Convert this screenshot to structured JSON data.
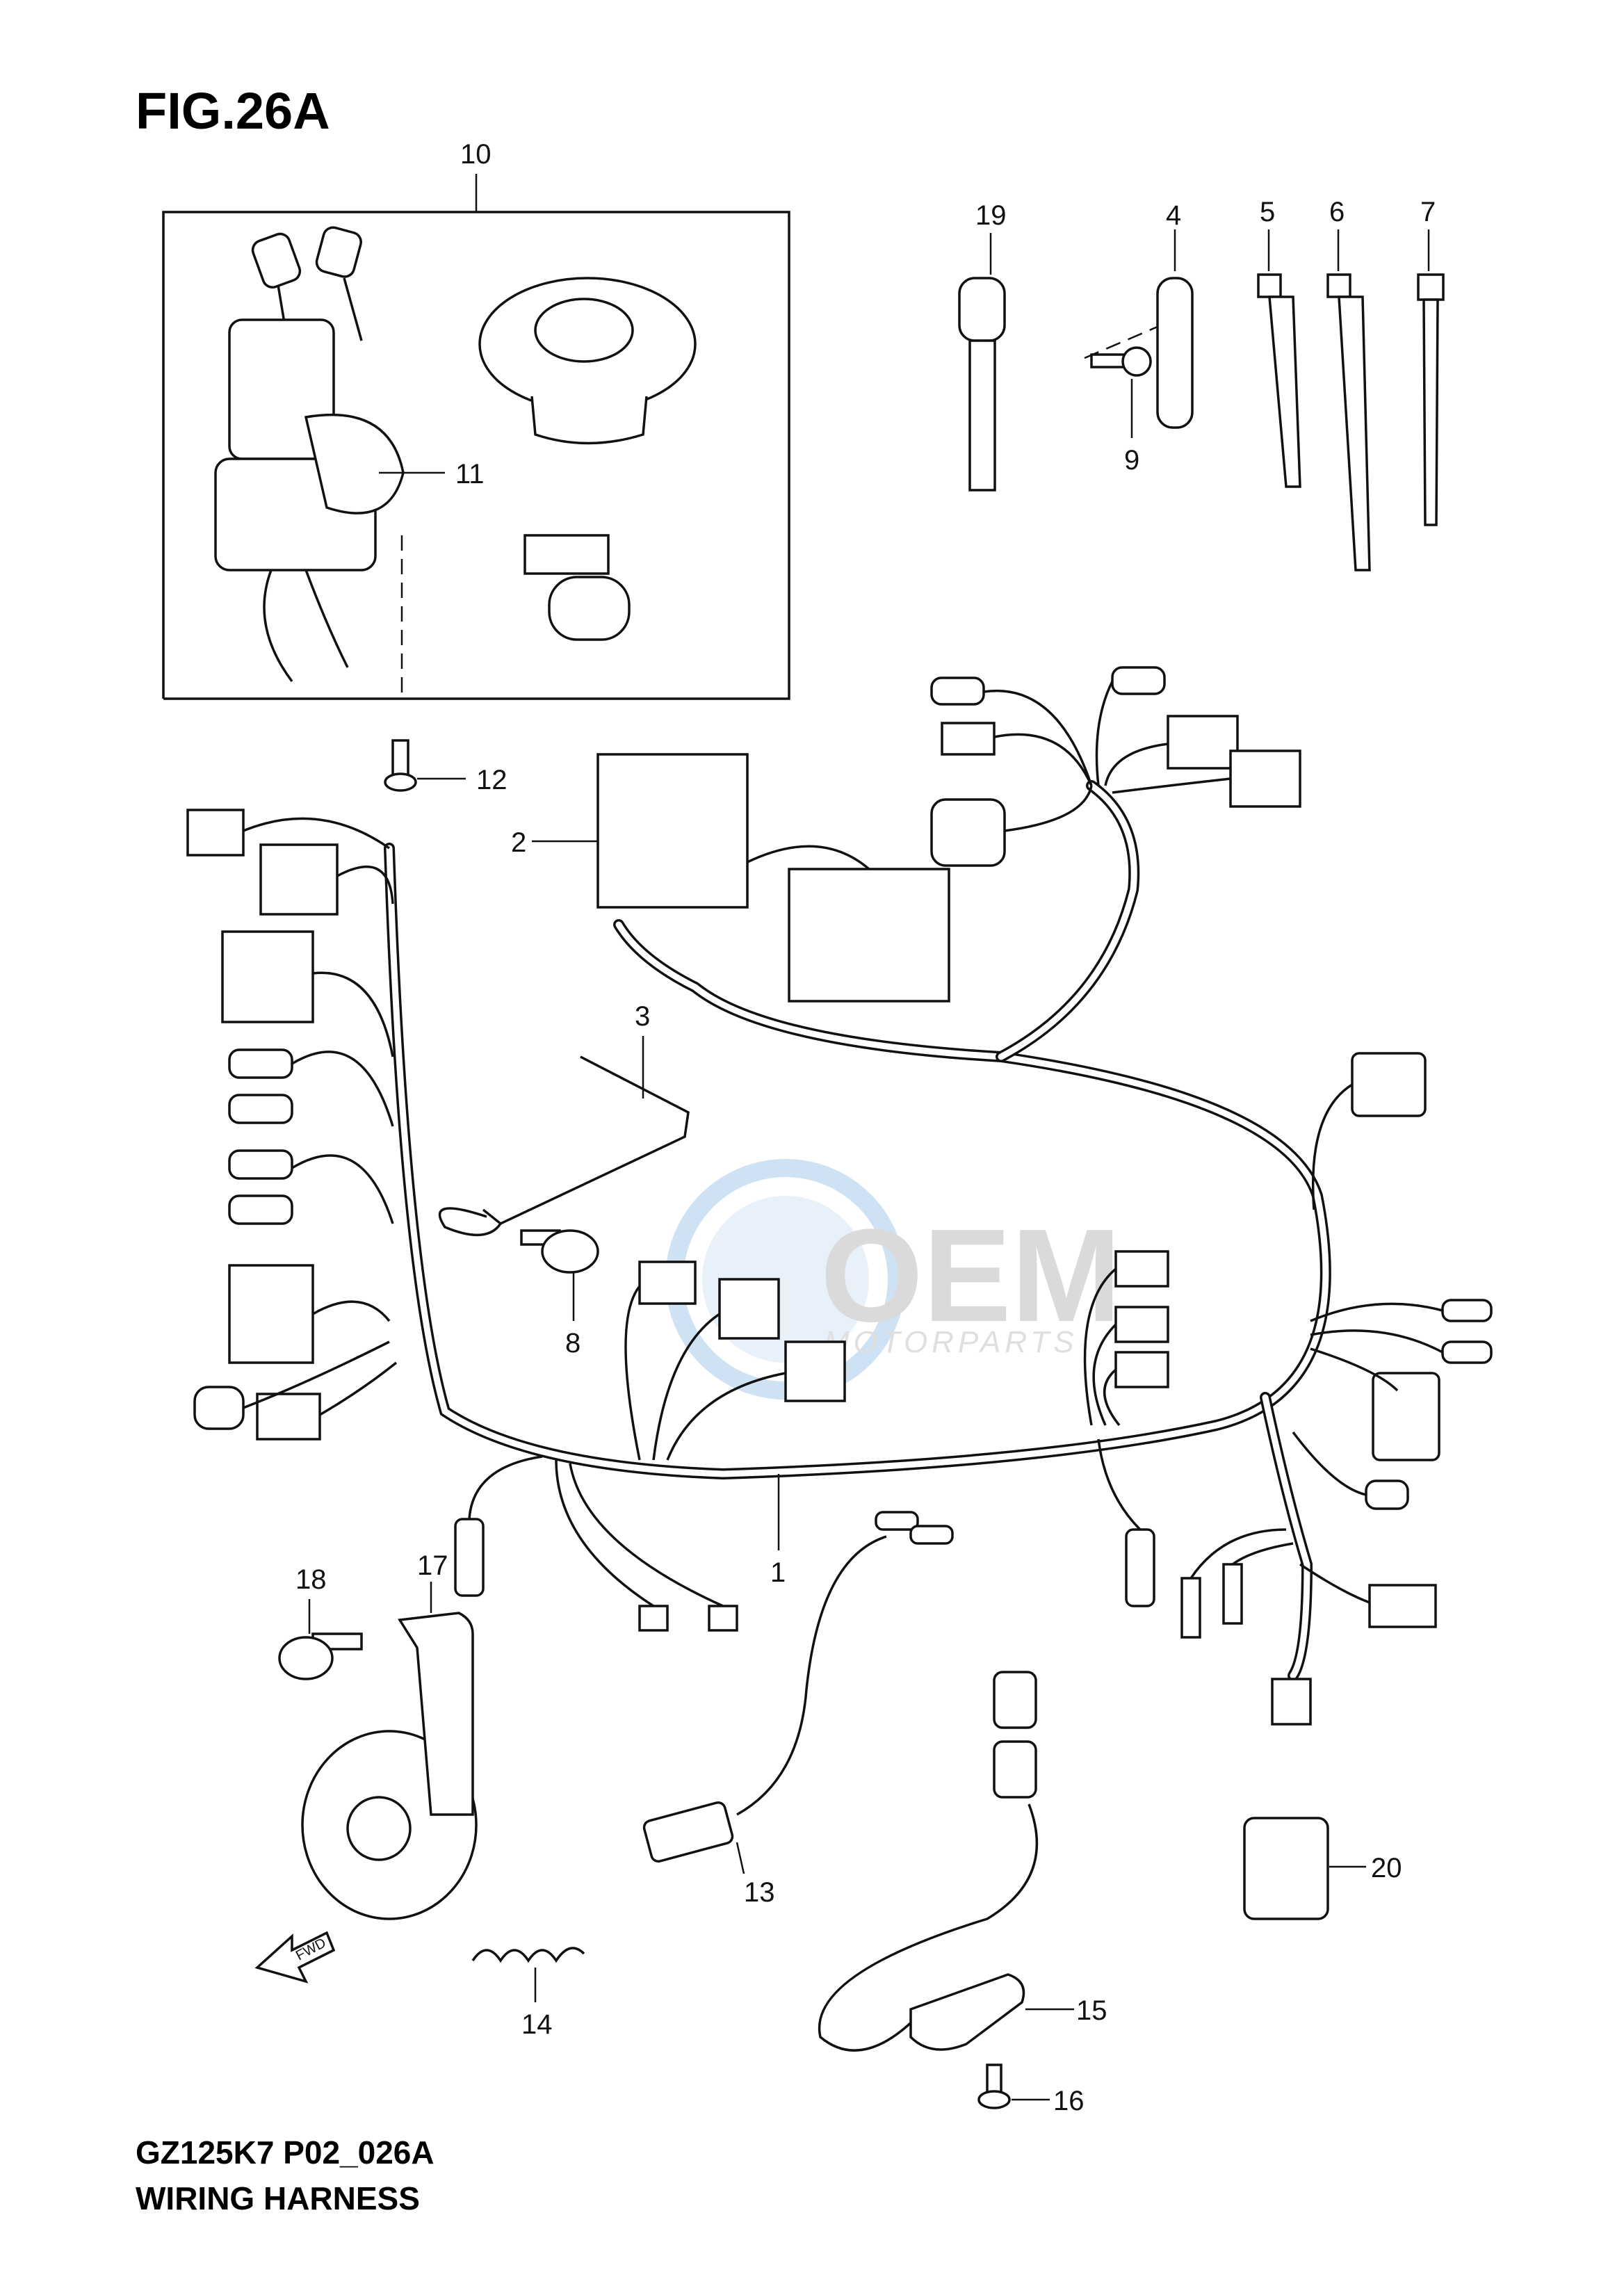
{
  "header": {
    "figure": "FIG.26A"
  },
  "footer": {
    "model_code": "GZ125K7 P02_026A",
    "section_title": "WIRING HARNESS"
  },
  "watermark": {
    "brand": "OEM",
    "sub": "MOTORPARTS"
  },
  "fwd_arrow": {
    "text": "FWD"
  },
  "callouts": {
    "p1": "1",
    "p2": "2",
    "p3": "3",
    "p4": "4",
    "p5": "5",
    "p6": "6",
    "p7": "7",
    "p8": "8",
    "p9": "9",
    "p10": "10",
    "p11": "11",
    "p12": "12",
    "p13": "13",
    "p14": "14",
    "p15": "15",
    "p16": "16",
    "p17": "17",
    "p18": "18",
    "p19": "19",
    "p20": "20"
  },
  "colors": {
    "line": "#111111",
    "watermark_blue": "#bcd6ee",
    "watermark_gray": "#d7d7d7"
  }
}
